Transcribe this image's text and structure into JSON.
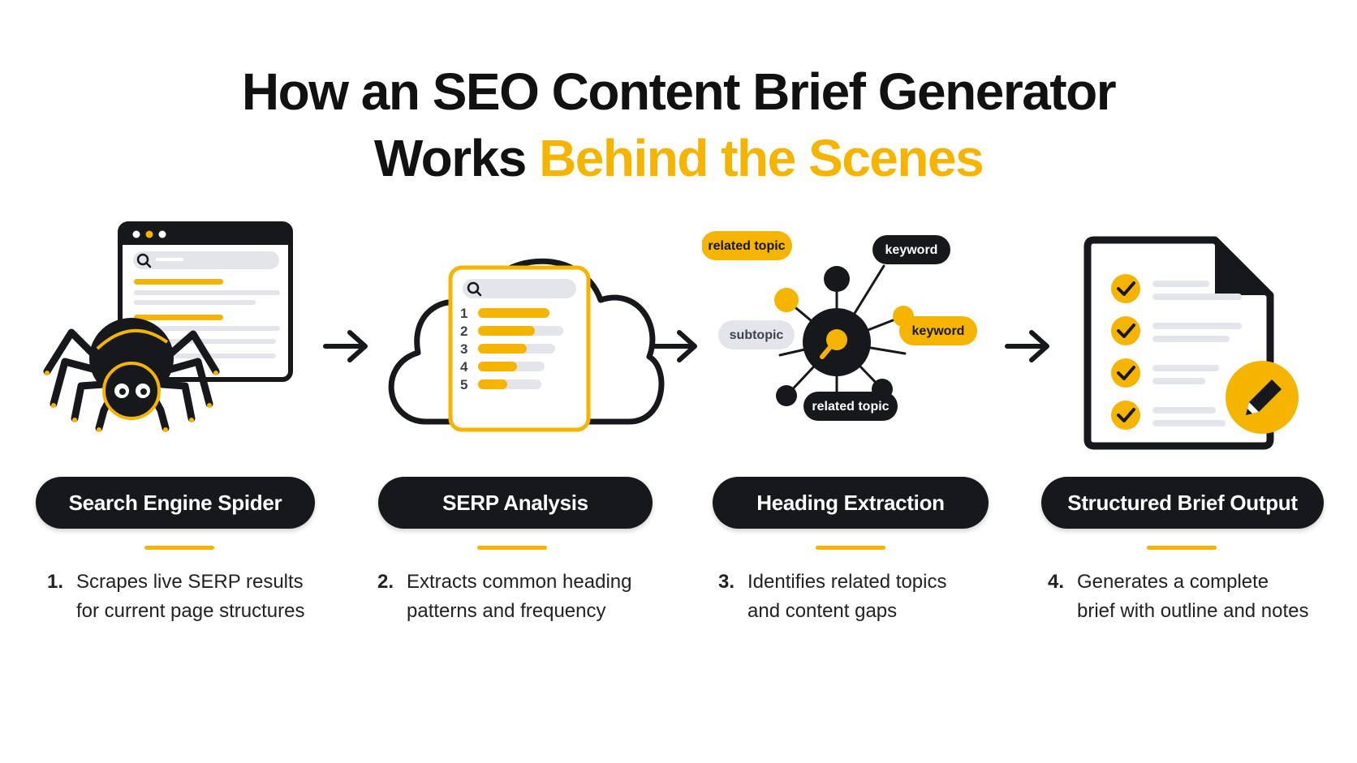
{
  "title": {
    "line1": "How an SEO Content Brief Generator",
    "line2_plain": "Works ",
    "line2_accent": "Behind the Scenes"
  },
  "colors": {
    "accent": "#f5b400",
    "dark": "#17181c",
    "light_gray": "#e3e5ea"
  },
  "steps": [
    {
      "label": "Search Engine Spider",
      "number": "1.",
      "desc_line1": "Scrapes live SERP results",
      "desc_line2": "for current page structures",
      "icon": "spider-browser-icon"
    },
    {
      "label": "SERP Analysis",
      "number": "2.",
      "desc_line1": "Extracts common heading",
      "desc_line2": "patterns and frequency",
      "icon": "cloud-ranking-icon",
      "ranks": [
        "1",
        "2",
        "3",
        "4",
        "5"
      ]
    },
    {
      "label": "Heading Extraction",
      "number": "3.",
      "desc_line1": "Identifies related topics",
      "desc_line2": "and content gaps",
      "icon": "topic-network-icon",
      "tags": {
        "top_left": "related topic",
        "top_right": "keyword",
        "mid_left": "subtopic",
        "mid_right": "keyword",
        "bottom": "related topic"
      }
    },
    {
      "label": "Structured Brief Output",
      "number": "4.",
      "desc_line1": "Generates a complete",
      "desc_line2": "brief with outline and notes",
      "icon": "checklist-document-icon"
    }
  ]
}
